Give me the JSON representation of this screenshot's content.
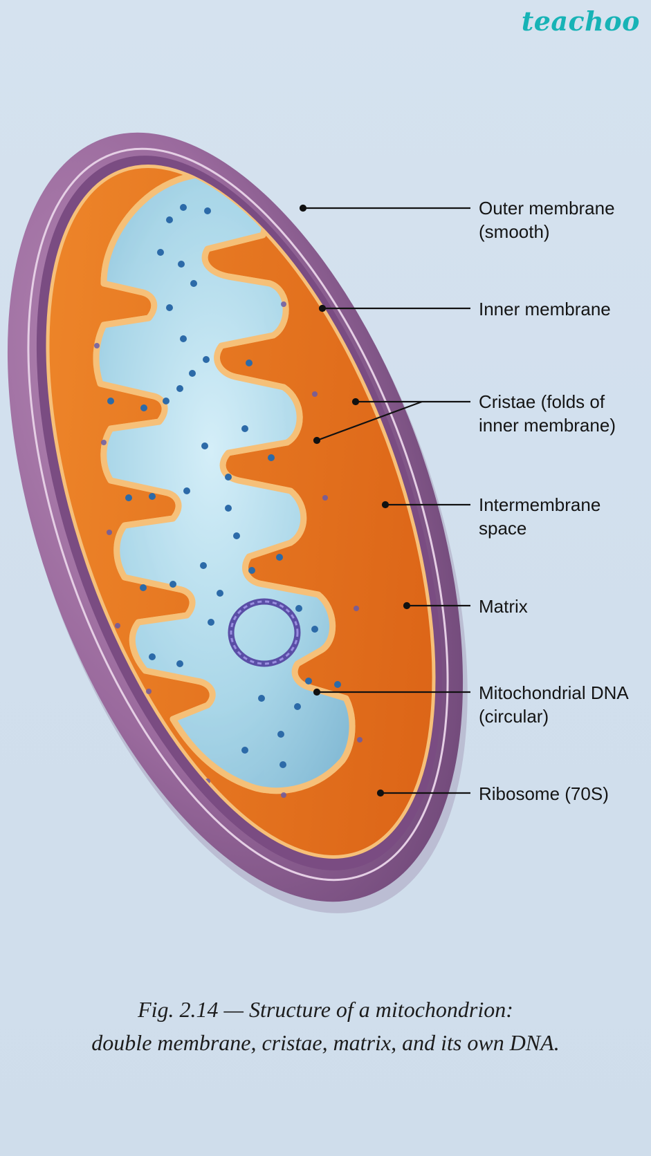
{
  "brand": {
    "name": "teachoo",
    "color": "#17b3b6"
  },
  "colors": {
    "outer_membrane": "#9a6a9d",
    "intermembrane": "#7a4c82",
    "cristae_orange": "#e9731e",
    "cristae_rim": "#f6c079",
    "matrix": "#a9d6e8",
    "granules": "#2c6aa8",
    "dna_ring": "#6c5fb2",
    "background": "#d3e0ee"
  },
  "labels": {
    "outer_membrane": [
      "Outer membrane",
      "(smooth)"
    ],
    "inner_membrane": [
      "Inner membrane"
    ],
    "cristae": [
      "Cristae (folds of",
      "inner membrane)"
    ],
    "intermembrane_space": [
      "Intermembrane",
      "space"
    ],
    "matrix": [
      "Matrix"
    ],
    "mito_dna": [
      "Mitochondrial DNA",
      "(circular)"
    ],
    "ribosome": [
      "Ribosome (70S)"
    ]
  },
  "caption": {
    "line1": "Fig. 2.14 — Structure of a mitochondrion:",
    "line2": "double membrane, cristae, matrix, and its own DNA."
  }
}
